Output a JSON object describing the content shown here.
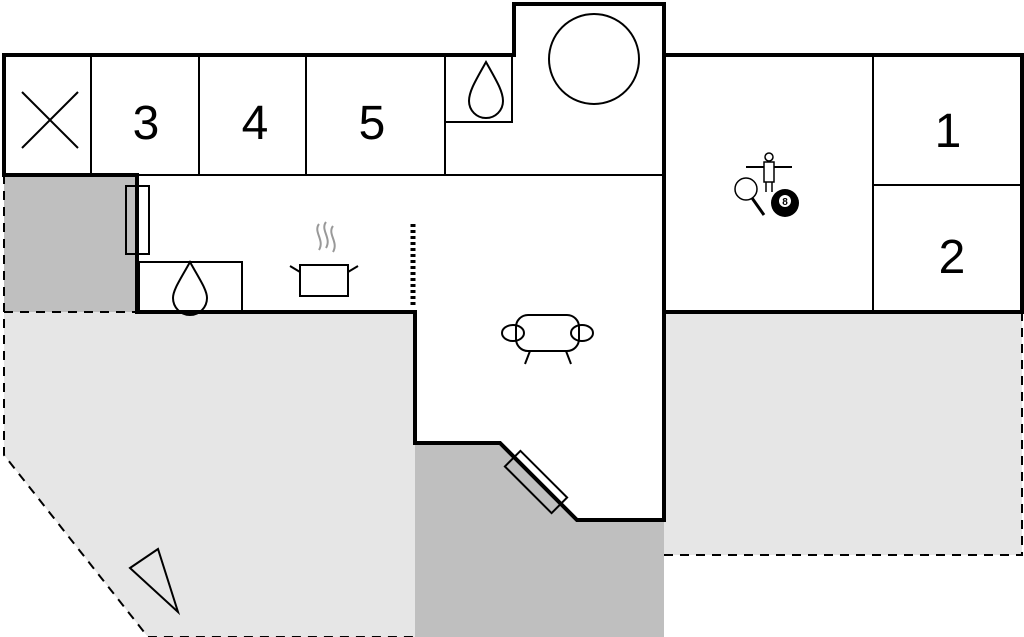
{
  "floor_plan": {
    "colors": {
      "terrace": "#e6e6e6",
      "covered_terrace": "#bfbfbf",
      "water": "#a6e3ea",
      "line": "#000000"
    },
    "rooms": [
      {
        "number": "3"
      },
      {
        "number": "4"
      },
      {
        "number": "5"
      },
      {
        "number": "1"
      },
      {
        "number": "2"
      }
    ],
    "icons": [
      "closet-cross-icon",
      "wall-heater-icon",
      "sink-water-icon",
      "bathroom-water-icon",
      "hot-tub-icon",
      "cooking-pot-icon",
      "stairs-icon",
      "sofa-icon",
      "foosball-icon",
      "table-tennis-icon",
      "billiard-ball-icon",
      "wall-heater-diagonal-icon",
      "north-arrow-icon"
    ],
    "billiard_ball_label": "8"
  }
}
